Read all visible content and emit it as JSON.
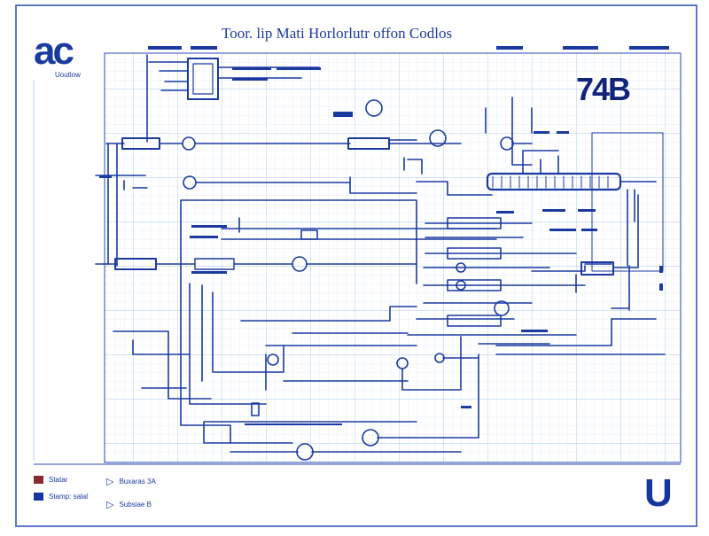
{
  "logo": {
    "text": "ac",
    "subtext": "Uoutlow"
  },
  "title": "Toor. lip Mati Horlorlutr offon Codlos",
  "badge": "74B",
  "corner_mark": "U",
  "legend": {
    "items": [
      {
        "label": "Statar",
        "color": "#8a2a2a"
      },
      {
        "label": "Stamp: salal",
        "color": "#1535a0"
      }
    ],
    "secondary": [
      {
        "icon": "arrow-tag-icon",
        "label": "Buxaras 3A"
      },
      {
        "icon": "play-icon",
        "label": "Subsiae B"
      }
    ]
  },
  "colors": {
    "grid_minor": "#cfe0f4",
    "grid_major": "#9fc1e6",
    "line": "#1a3aa0",
    "frame": "#2a4ab5"
  }
}
